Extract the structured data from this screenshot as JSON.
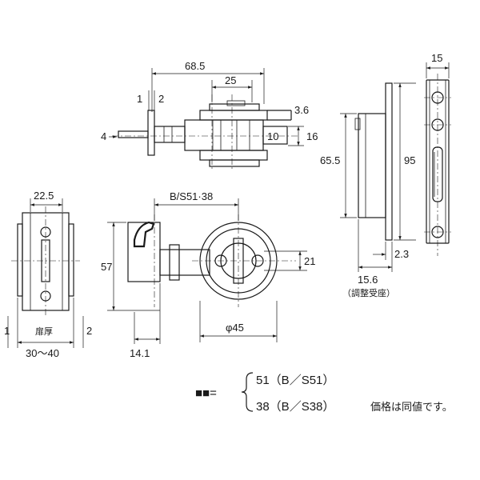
{
  "top_view": {
    "dim_overall_width": "68.5",
    "dim_center_width": "25",
    "dim_left_1": "1",
    "dim_left_2": "2",
    "dim_rod": "4",
    "dim_right_1": "3.6",
    "dim_depth_10": "10",
    "dim_height": "16"
  },
  "side_view": {
    "dim_height_65": "65.5",
    "dim_height_95": "95",
    "dim_width_15": "15",
    "dim_offset": "2.3",
    "dim_depth": "15.6",
    "note": "（調整受座）"
  },
  "section_view": {
    "dim_width": "22.5",
    "dim_left": "1",
    "dim_right": "2",
    "door_label": "扉厚",
    "door_range": "30～40"
  },
  "front_view": {
    "dim_backset": "B/S51·38",
    "dim_height": "57",
    "dim_offset": "14.1",
    "dim_diameter": "φ45",
    "dim_21": "21"
  },
  "legend": {
    "placeholder": "■■=",
    "option_1": "51（B／S51）",
    "option_2": "38（B／S38）",
    "note": "価格は同値です。"
  }
}
